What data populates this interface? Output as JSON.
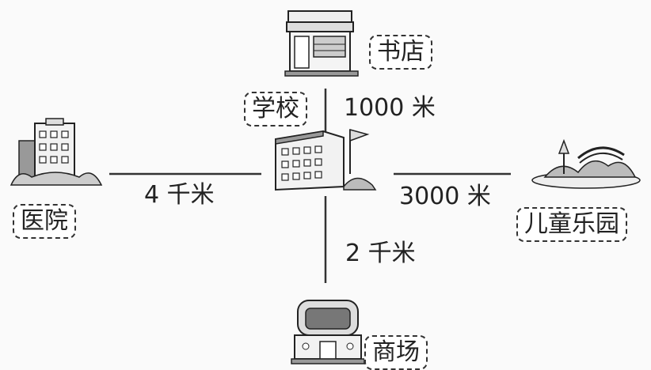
{
  "places": {
    "center": "学校",
    "north": "书店",
    "west": "医院",
    "east": "儿童乐园",
    "south": "商场"
  },
  "distances": {
    "north": "1000 米",
    "west": "4 千米",
    "east": "3000 米",
    "south": "2 千米"
  },
  "icons": {
    "north": "bookstore-icon",
    "west": "hospital-icon",
    "east": "amusement-park-icon",
    "south": "shopping-mall-icon",
    "center": "school-icon"
  }
}
